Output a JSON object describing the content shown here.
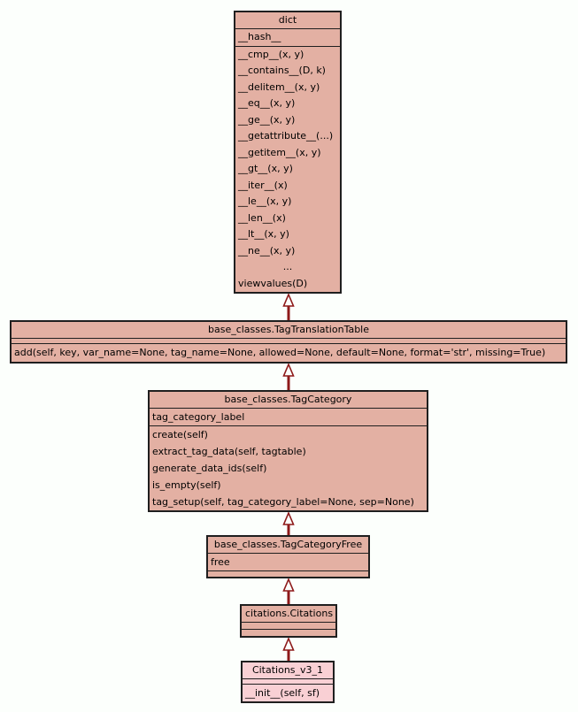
{
  "diagram": {
    "type": "uml-class-inheritance",
    "background_color": "#fcfffc",
    "box_fill_color": "#e3b0a3",
    "highlight_box_fill_color": "#f9d0d4",
    "border_color": "#1f1f1f",
    "arrow_color": "#8e1a1a",
    "arrow_style": "hollow-triangle-generalization-pointing-up"
  },
  "classes": {
    "dict": {
      "title": "dict",
      "attributes": [
        "__hash__"
      ],
      "methods": [
        "__cmp__(x, y)",
        "__contains__(D, k)",
        "__delitem__(x, y)",
        "__eq__(x, y)",
        "__ge__(x, y)",
        "__getattribute__(...)",
        "__getitem__(x, y)",
        "__gt__(x, y)",
        "__iter__(x)",
        "__le__(x, y)",
        "__len__(x)",
        "__lt__(x, y)",
        "__ne__(x, y)",
        "...",
        "viewvalues(D)"
      ]
    },
    "tag_translation_table": {
      "title": "base_classes.TagTranslationTable",
      "attributes": [],
      "methods": [
        "add(self, key, var_name=None, tag_name=None, allowed=None, default=None, format='str', missing=True)"
      ]
    },
    "tag_category": {
      "title": "base_classes.TagCategory",
      "attributes": [
        "tag_category_label"
      ],
      "methods": [
        "create(self)",
        "extract_tag_data(self, tagtable)",
        "generate_data_ids(self)",
        "is_empty(self)",
        "tag_setup(self, tag_category_label=None, sep=None)"
      ]
    },
    "tag_category_free": {
      "title": "base_classes.TagCategoryFree",
      "attributes": [
        "free"
      ],
      "methods": []
    },
    "citations": {
      "title": "citations.Citations",
      "attributes": [],
      "methods": []
    },
    "citations_v3_1": {
      "title": "Citations_v3_1",
      "attributes": [],
      "methods": [
        "__init__(self, sf)"
      ]
    }
  },
  "inheritance_edges": [
    {
      "child": "base_classes.TagTranslationTable",
      "parent": "dict"
    },
    {
      "child": "base_classes.TagCategory",
      "parent": "base_classes.TagTranslationTable"
    },
    {
      "child": "base_classes.TagCategoryFree",
      "parent": "base_classes.TagCategory"
    },
    {
      "child": "citations.Citations",
      "parent": "base_classes.TagCategoryFree"
    },
    {
      "child": "Citations_v3_1",
      "parent": "citations.Citations"
    }
  ]
}
